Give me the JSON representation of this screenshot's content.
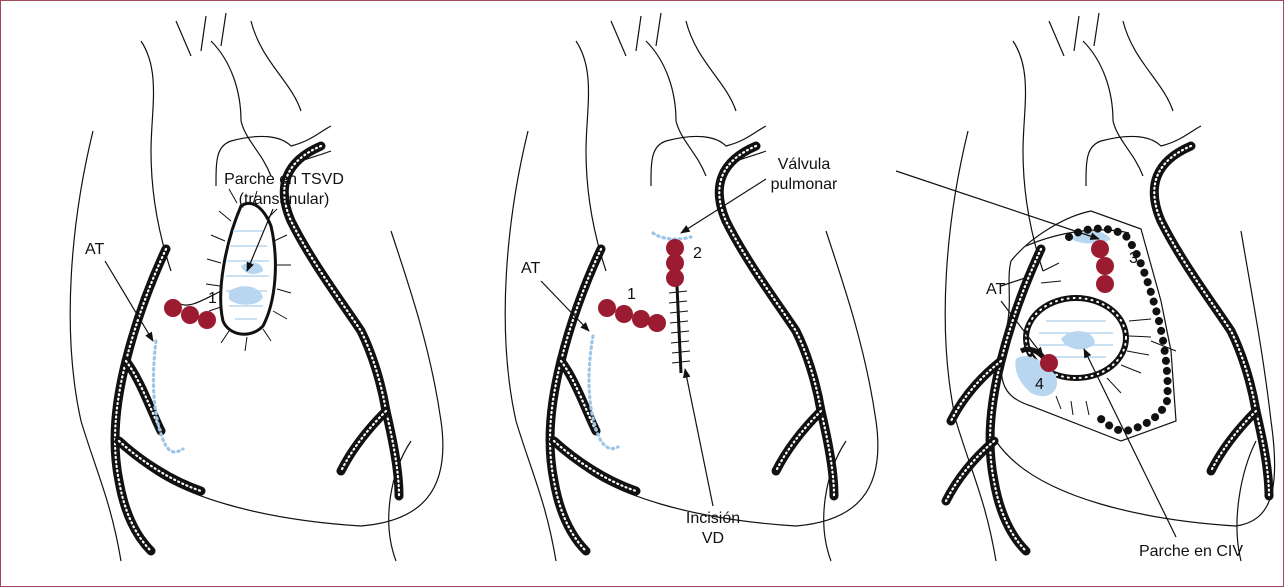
{
  "colors": {
    "border": "#a14a5c",
    "connection_dot": "#9b1b30",
    "patch_fill": "#b8d6ef",
    "dotted_line": "#9cc6e8",
    "outline": "#111111"
  },
  "panels": [
    {
      "labels": {
        "patch": "Parche en TSVD",
        "patch_sub": "(transanular)",
        "at": "AT",
        "marker": "1"
      }
    },
    {
      "labels": {
        "valve": "Válvula",
        "valve_sub": "pulmonar",
        "at": "AT",
        "marker_1": "1",
        "marker_2": "2",
        "incision": "Incisión",
        "incision_sub": "VD"
      }
    },
    {
      "labels": {
        "at": "AT",
        "marker_3": "3",
        "marker_4": "4",
        "vsd_patch": "Parche en CIV"
      }
    }
  ]
}
